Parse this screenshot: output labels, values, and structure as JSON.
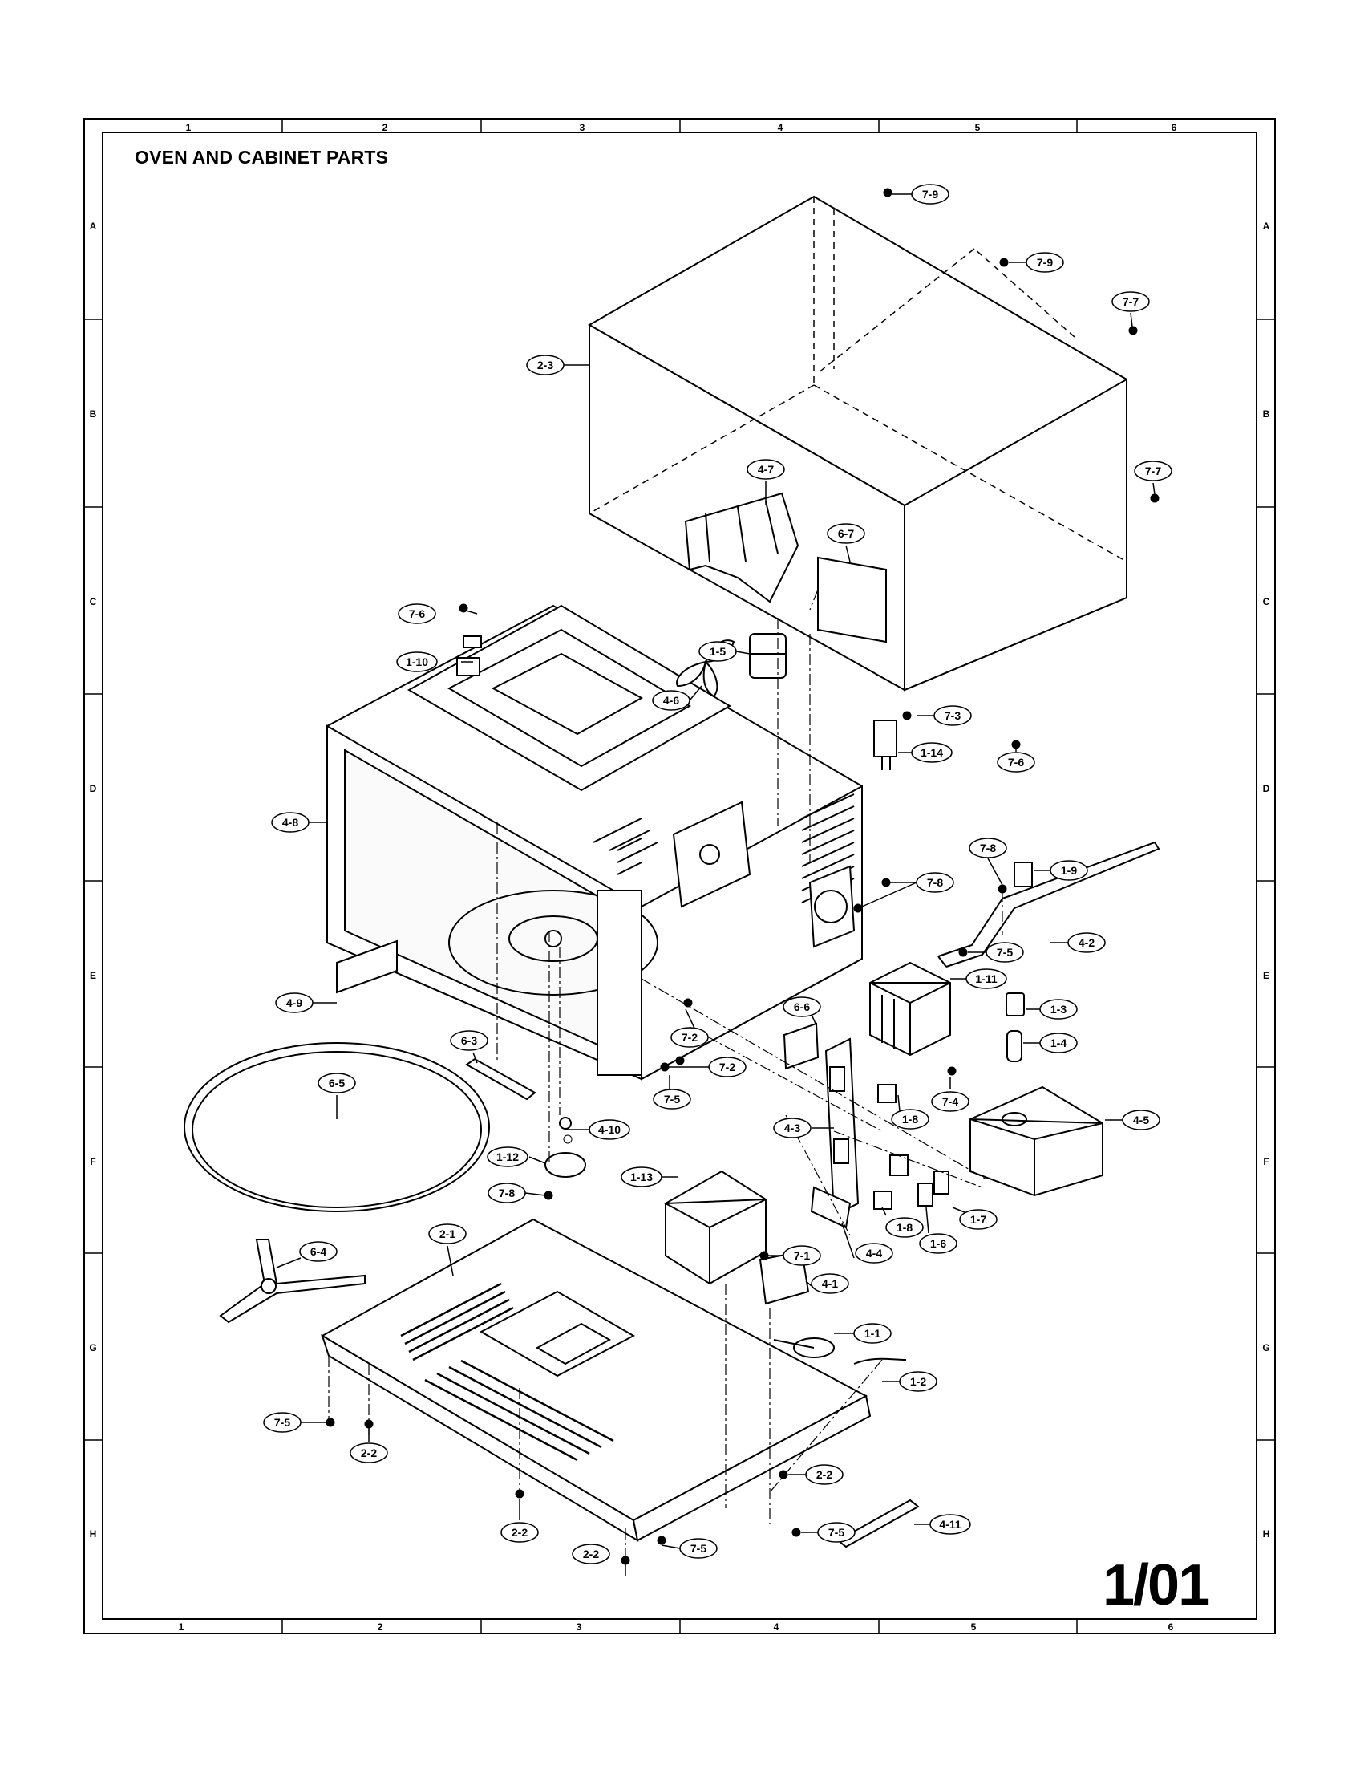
{
  "diagram": {
    "title": "OVEN AND CABINET PARTS",
    "page_number": "1/01",
    "grid": {
      "columns": [
        "1",
        "2",
        "3",
        "4",
        "5",
        "6"
      ],
      "rows": [
        "A",
        "B",
        "C",
        "D",
        "E",
        "F",
        "G",
        "H"
      ]
    },
    "callouts": [
      {
        "id": "c-7-9a",
        "label": "7-9"
      },
      {
        "id": "c-7-9b",
        "label": "7-9"
      },
      {
        "id": "c-7-7a",
        "label": "7-7"
      },
      {
        "id": "c-2-3",
        "label": "2-3"
      },
      {
        "id": "c-7-7b",
        "label": "7-7"
      },
      {
        "id": "c-4-7",
        "label": "4-7"
      },
      {
        "id": "c-6-7",
        "label": "6-7"
      },
      {
        "id": "c-7-6a",
        "label": "7-6"
      },
      {
        "id": "c-1-10",
        "label": "1-10"
      },
      {
        "id": "c-1-5",
        "label": "1-5"
      },
      {
        "id": "c-4-6",
        "label": "4-6"
      },
      {
        "id": "c-7-3",
        "label": "7-3"
      },
      {
        "id": "c-1-14",
        "label": "1-14"
      },
      {
        "id": "c-7-6b",
        "label": "7-6"
      },
      {
        "id": "c-4-8",
        "label": "4-8"
      },
      {
        "id": "c-7-8a",
        "label": "7-8"
      },
      {
        "id": "c-1-9",
        "label": "1-9"
      },
      {
        "id": "c-7-8b",
        "label": "7-8"
      },
      {
        "id": "c-4-2",
        "label": "4-2"
      },
      {
        "id": "c-7-5a",
        "label": "7-5"
      },
      {
        "id": "c-1-11",
        "label": "1-11"
      },
      {
        "id": "c-4-9",
        "label": "4-9"
      },
      {
        "id": "c-1-3",
        "label": "1-3"
      },
      {
        "id": "c-6-6",
        "label": "6-6"
      },
      {
        "id": "c-7-2a",
        "label": "7-2"
      },
      {
        "id": "c-1-4",
        "label": "1-4"
      },
      {
        "id": "c-6-3",
        "label": "6-3"
      },
      {
        "id": "c-7-2b",
        "label": "7-2"
      },
      {
        "id": "c-6-5",
        "label": "6-5"
      },
      {
        "id": "c-7-5b",
        "label": "7-5"
      },
      {
        "id": "c-7-4",
        "label": "7-4"
      },
      {
        "id": "c-1-8a",
        "label": "1-8"
      },
      {
        "id": "c-4-5",
        "label": "4-5"
      },
      {
        "id": "c-4-10",
        "label": "4-10"
      },
      {
        "id": "c-4-3",
        "label": "4-3"
      },
      {
        "id": "c-1-12",
        "label": "1-12"
      },
      {
        "id": "c-1-13",
        "label": "1-13"
      },
      {
        "id": "c-7-8c",
        "label": "7-8"
      },
      {
        "id": "c-1-8b",
        "label": "1-8"
      },
      {
        "id": "c-1-7",
        "label": "1-7"
      },
      {
        "id": "c-2-1",
        "label": "2-1"
      },
      {
        "id": "c-6-4",
        "label": "6-4"
      },
      {
        "id": "c-4-4",
        "label": "4-4"
      },
      {
        "id": "c-1-6",
        "label": "1-6"
      },
      {
        "id": "c-7-1",
        "label": "7-1"
      },
      {
        "id": "c-4-1",
        "label": "4-1"
      },
      {
        "id": "c-1-1",
        "label": "1-1"
      },
      {
        "id": "c-1-2",
        "label": "1-2"
      },
      {
        "id": "c-7-5c",
        "label": "7-5"
      },
      {
        "id": "c-2-2a",
        "label": "2-2"
      },
      {
        "id": "c-2-2b",
        "label": "2-2"
      },
      {
        "id": "c-2-2c",
        "label": "2-2"
      },
      {
        "id": "c-2-2d",
        "label": "2-2"
      },
      {
        "id": "c-7-5d",
        "label": "7-5"
      },
      {
        "id": "c-7-5e",
        "label": "7-5"
      },
      {
        "id": "c-4-11",
        "label": "4-11"
      }
    ]
  }
}
